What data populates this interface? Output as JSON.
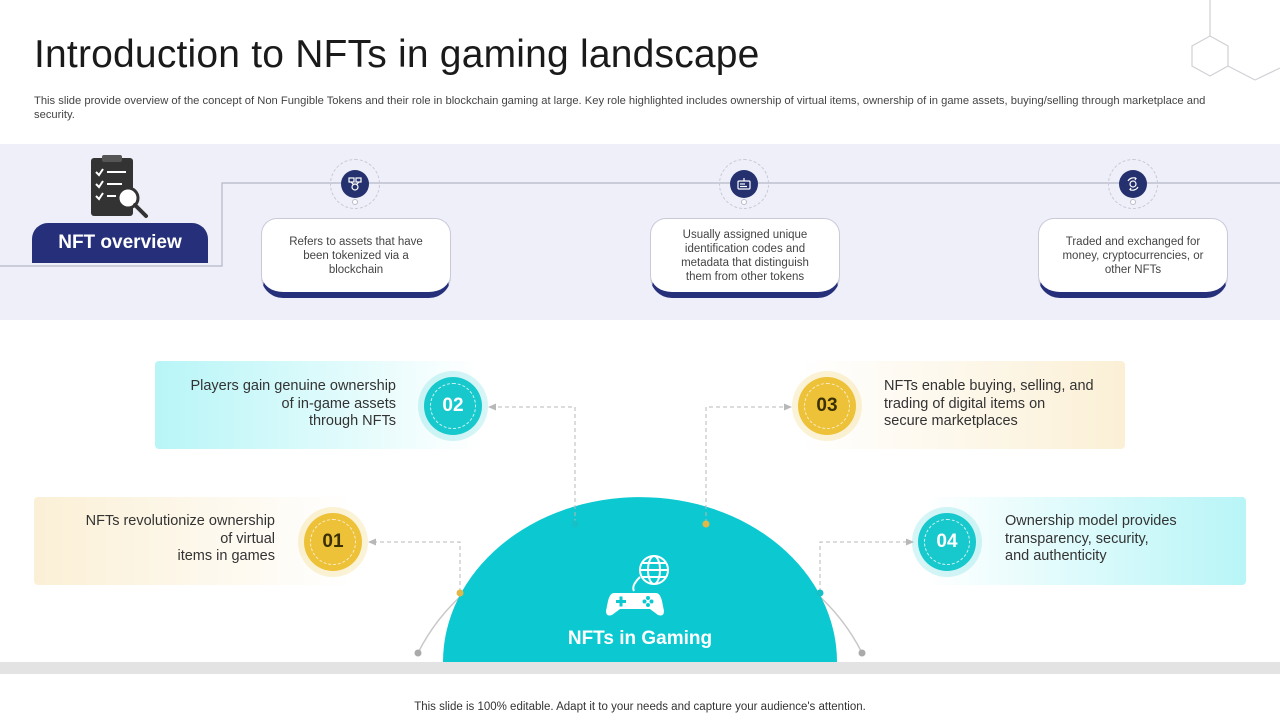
{
  "header": {
    "title": "Introduction to NFTs in gaming landscape",
    "subtitle": "This slide provide overview of the concept of Non Fungible Tokens and their role in blockchain gaming at large. Key role highlighted includes ownership of virtual items, ownership of in game assets, buying/selling through marketplace and security."
  },
  "overview": {
    "label": "NFT overview",
    "cards": [
      {
        "icon": "blockchain-icon",
        "text": "Refers to assets that have been tokenized via a blockchain"
      },
      {
        "icon": "id-card-icon",
        "text": "Usually assigned unique identification codes and metadata that distinguish them from other tokens"
      },
      {
        "icon": "exchange-icon",
        "text": "Traded and exchanged for money, cryptocurrencies, or other NFTs"
      }
    ]
  },
  "gaming": {
    "center_label": "NFTs in Gaming",
    "center_icon": "gamepad-globe-icon",
    "items": [
      {
        "number": "01",
        "text_lines": [
          "NFTs revolutionize ownership",
          "of virtual",
          "items in games"
        ],
        "color": "#edc138"
      },
      {
        "number": "02",
        "text_lines": [
          "Players gain genuine ownership",
          "of in-game assets",
          "through NFTs"
        ],
        "color": "#17c9cc"
      },
      {
        "number": "03",
        "text_lines": [
          "NFTs enable buying, selling, and",
          "trading of digital items on",
          "secure marketplaces"
        ],
        "color": "#edc138"
      },
      {
        "number": "04",
        "text_lines": [
          "Ownership model provides",
          "transparency, security,",
          "and authenticity"
        ],
        "color": "#17c9cc"
      }
    ]
  },
  "colors": {
    "navy": "#26307a",
    "teal": "#17c9cc",
    "gold": "#edc138",
    "band": "#efeff9"
  },
  "footer": {
    "text": "This slide is 100% editable. Adapt it to your needs and capture your audience's attention."
  }
}
